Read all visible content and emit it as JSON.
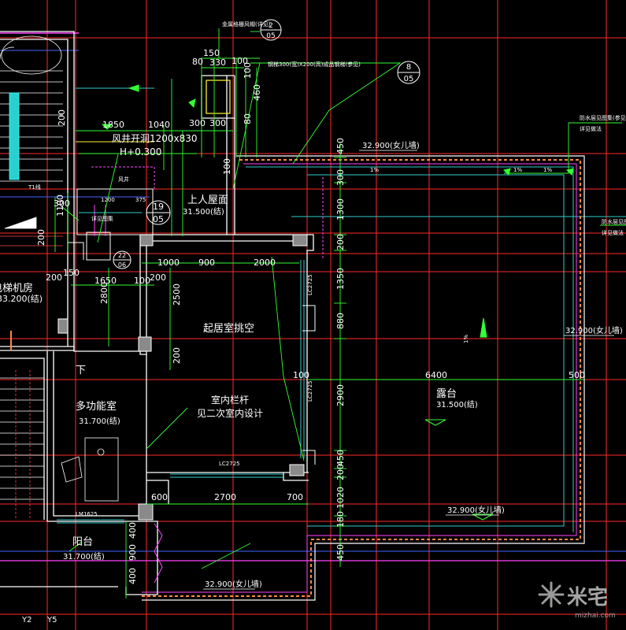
{
  "top_dims": [
    "150",
    "80",
    "330",
    "100",
    "300",
    "300",
    "460",
    "80",
    "100",
    "100"
  ],
  "left_top_dims": [
    "1850",
    "1040",
    "200"
  ],
  "callouts": [
    {
      "num": "2",
      "sheet": "05"
    },
    {
      "num": "8",
      "sheet": "05"
    },
    {
      "num": "19",
      "sheet": "05"
    },
    {
      "num": "22",
      "sheet": "06"
    }
  ],
  "shaft_label": "风井开洞1200x830",
  "shaft_height": "H+0.300",
  "roof_label": "上人屋面",
  "roof_elev": "31.500(结)",
  "room_living": "起居室挑空",
  "room_terrace": "露台",
  "terrace_elev": "31.500(结)",
  "room_machine": "电梯机房",
  "machine_elev": "33.200(结)",
  "room_multi": "多功能室",
  "multi_elev": "31.700(结)",
  "room_balcony": "阳台",
  "balcony_elev": "31.700(结)",
  "railing_note_1": "室内栏杆",
  "railing_note_2": "见二次室内设计",
  "parapet_elev": "32.900(女儿墙)",
  "down_label": "下",
  "dims_row_a": [
    "1000",
    "900",
    "2000"
  ],
  "dims_row_b": [
    "1650",
    "100",
    "200",
    "200",
    "150"
  ],
  "dims_bottom": [
    "600",
    "2700",
    "700"
  ],
  "dim_6400": "6400",
  "dim_500": "500",
  "dim_100": "100",
  "vert_dims": [
    "450",
    "300",
    "1300",
    "200",
    "1350",
    "880",
    "2900",
    "450",
    "200",
    "1020",
    "180",
    "450"
  ],
  "left_vert_dims": [
    "2800",
    "2500",
    "200",
    "1100",
    "200",
    "300"
  ],
  "balcony_vert_dims": [
    "400",
    "900",
    "400"
  ],
  "window_1": "LC2725",
  "window_2": "LM1625",
  "small_notes": {
    "top_left": "金属格栅风帽(详见)",
    "top_mid": "钢梯300(宽)X200(高)成品钢梯(参见)",
    "right": "防水层见图集(参见)",
    "right_2": "详见做法",
    "shaft_note": "风井",
    "vent_note": "详见图集",
    "win_a": "LC2725",
    "grid": "T1线"
  },
  "slope_marks": [
    "1%",
    "1%",
    "1%"
  ],
  "axis_labels": [
    "Y2",
    "Y5"
  ],
  "dim_1200": "1200",
  "dim_375": "375",
  "watermark_cn": "米宅",
  "watermark_url": "mizhai.com",
  "colors": {
    "background": "#000000",
    "wall": "#ffffff",
    "axis": "#ff3333",
    "dimension": "#33ff33",
    "window": "#33cccc",
    "parapet": "#ff8844",
    "magenta": "#ff44ff"
  }
}
